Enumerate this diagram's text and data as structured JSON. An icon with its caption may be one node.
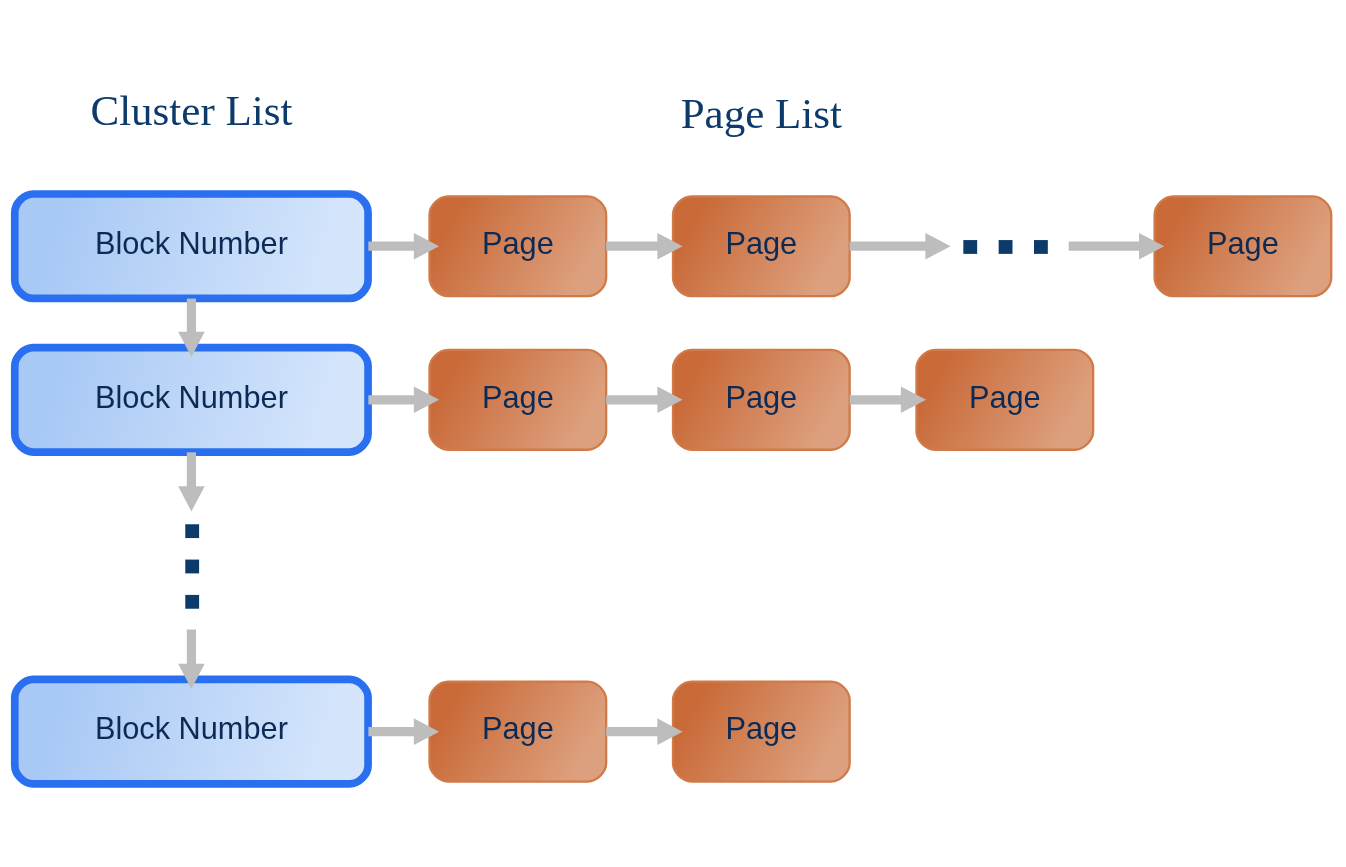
{
  "diagram": {
    "nodes": [
      {
        "text": [
          "Block Number"
        ]
      },
      {
        "text": [
          "Page"
        ]
      },
      {
        "text": [
          "Page"
        ]
      },
      {
        "text": [],
        "shape": "dots"
      },
      {
        "text": [
          "Page"
        ]
      },
      {
        "text": [
          "Block Number"
        ]
      },
      {
        "text": [
          "Page"
        ]
      },
      {
        "text": [
          "Page"
        ]
      },
      {
        "text": [
          "Page"
        ]
      },
      {
        "text": [],
        "shape": "dots"
      },
      {
        "text": [
          "Block Number"
        ]
      },
      {
        "text": [
          "Page"
        ]
      },
      {
        "text": [
          "Page"
        ]
      }
    ],
    "edges": [
      {
        "from": 0,
        "to": 1,
        "arrow": "to"
      },
      {
        "from": 1,
        "to": 2,
        "arrow": "to"
      },
      {
        "from": 2,
        "to": 3,
        "arrow": "to"
      },
      {
        "from": 3,
        "to": 4,
        "arrow": "to"
      },
      {
        "from": 0,
        "to": 5,
        "arrow": "to"
      },
      {
        "from": 5,
        "to": 6,
        "arrow": "to"
      },
      {
        "from": 6,
        "to": 7,
        "arrow": "to"
      },
      {
        "from": 7,
        "to": 8,
        "arrow": "to"
      },
      {
        "from": 5,
        "to": 9,
        "arrow": "to"
      },
      {
        "from": 9,
        "to": 10,
        "arrow": "to"
      },
      {
        "from": 10,
        "to": 11,
        "arrow": "to"
      },
      {
        "from": 11,
        "to": 12,
        "arrow": "to"
      }
    ],
    "labels": [
      "Cluster List",
      "Page List"
    ]
  }
}
